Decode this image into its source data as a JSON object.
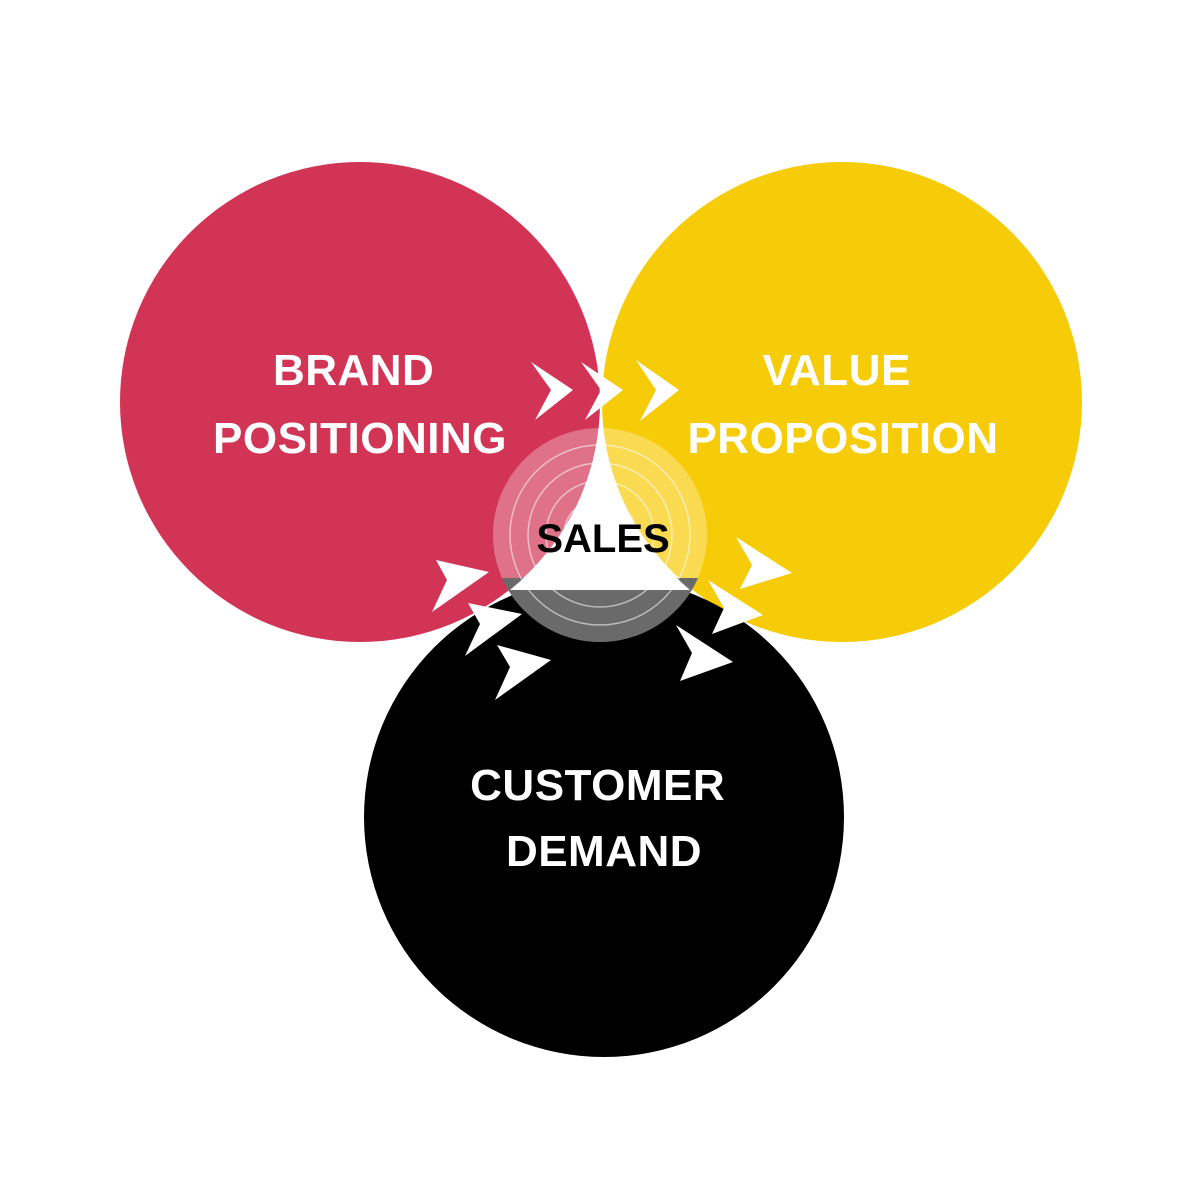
{
  "colors": {
    "brand": "#d23455",
    "value": "#f6cb07",
    "customer": "#000000",
    "arrow": "#ffffff",
    "label_on_circle": "#ffffff",
    "label_center": "#000000"
  },
  "circles": {
    "brand": {
      "line1": "BRAND",
      "line2": "POSITIONING"
    },
    "value": {
      "line1": "VALUE",
      "line2": "PROPOSITION"
    },
    "customer": {
      "line1": "CUSTOMER",
      "line2": "DEMAND"
    }
  },
  "center": {
    "label": "SALES"
  }
}
